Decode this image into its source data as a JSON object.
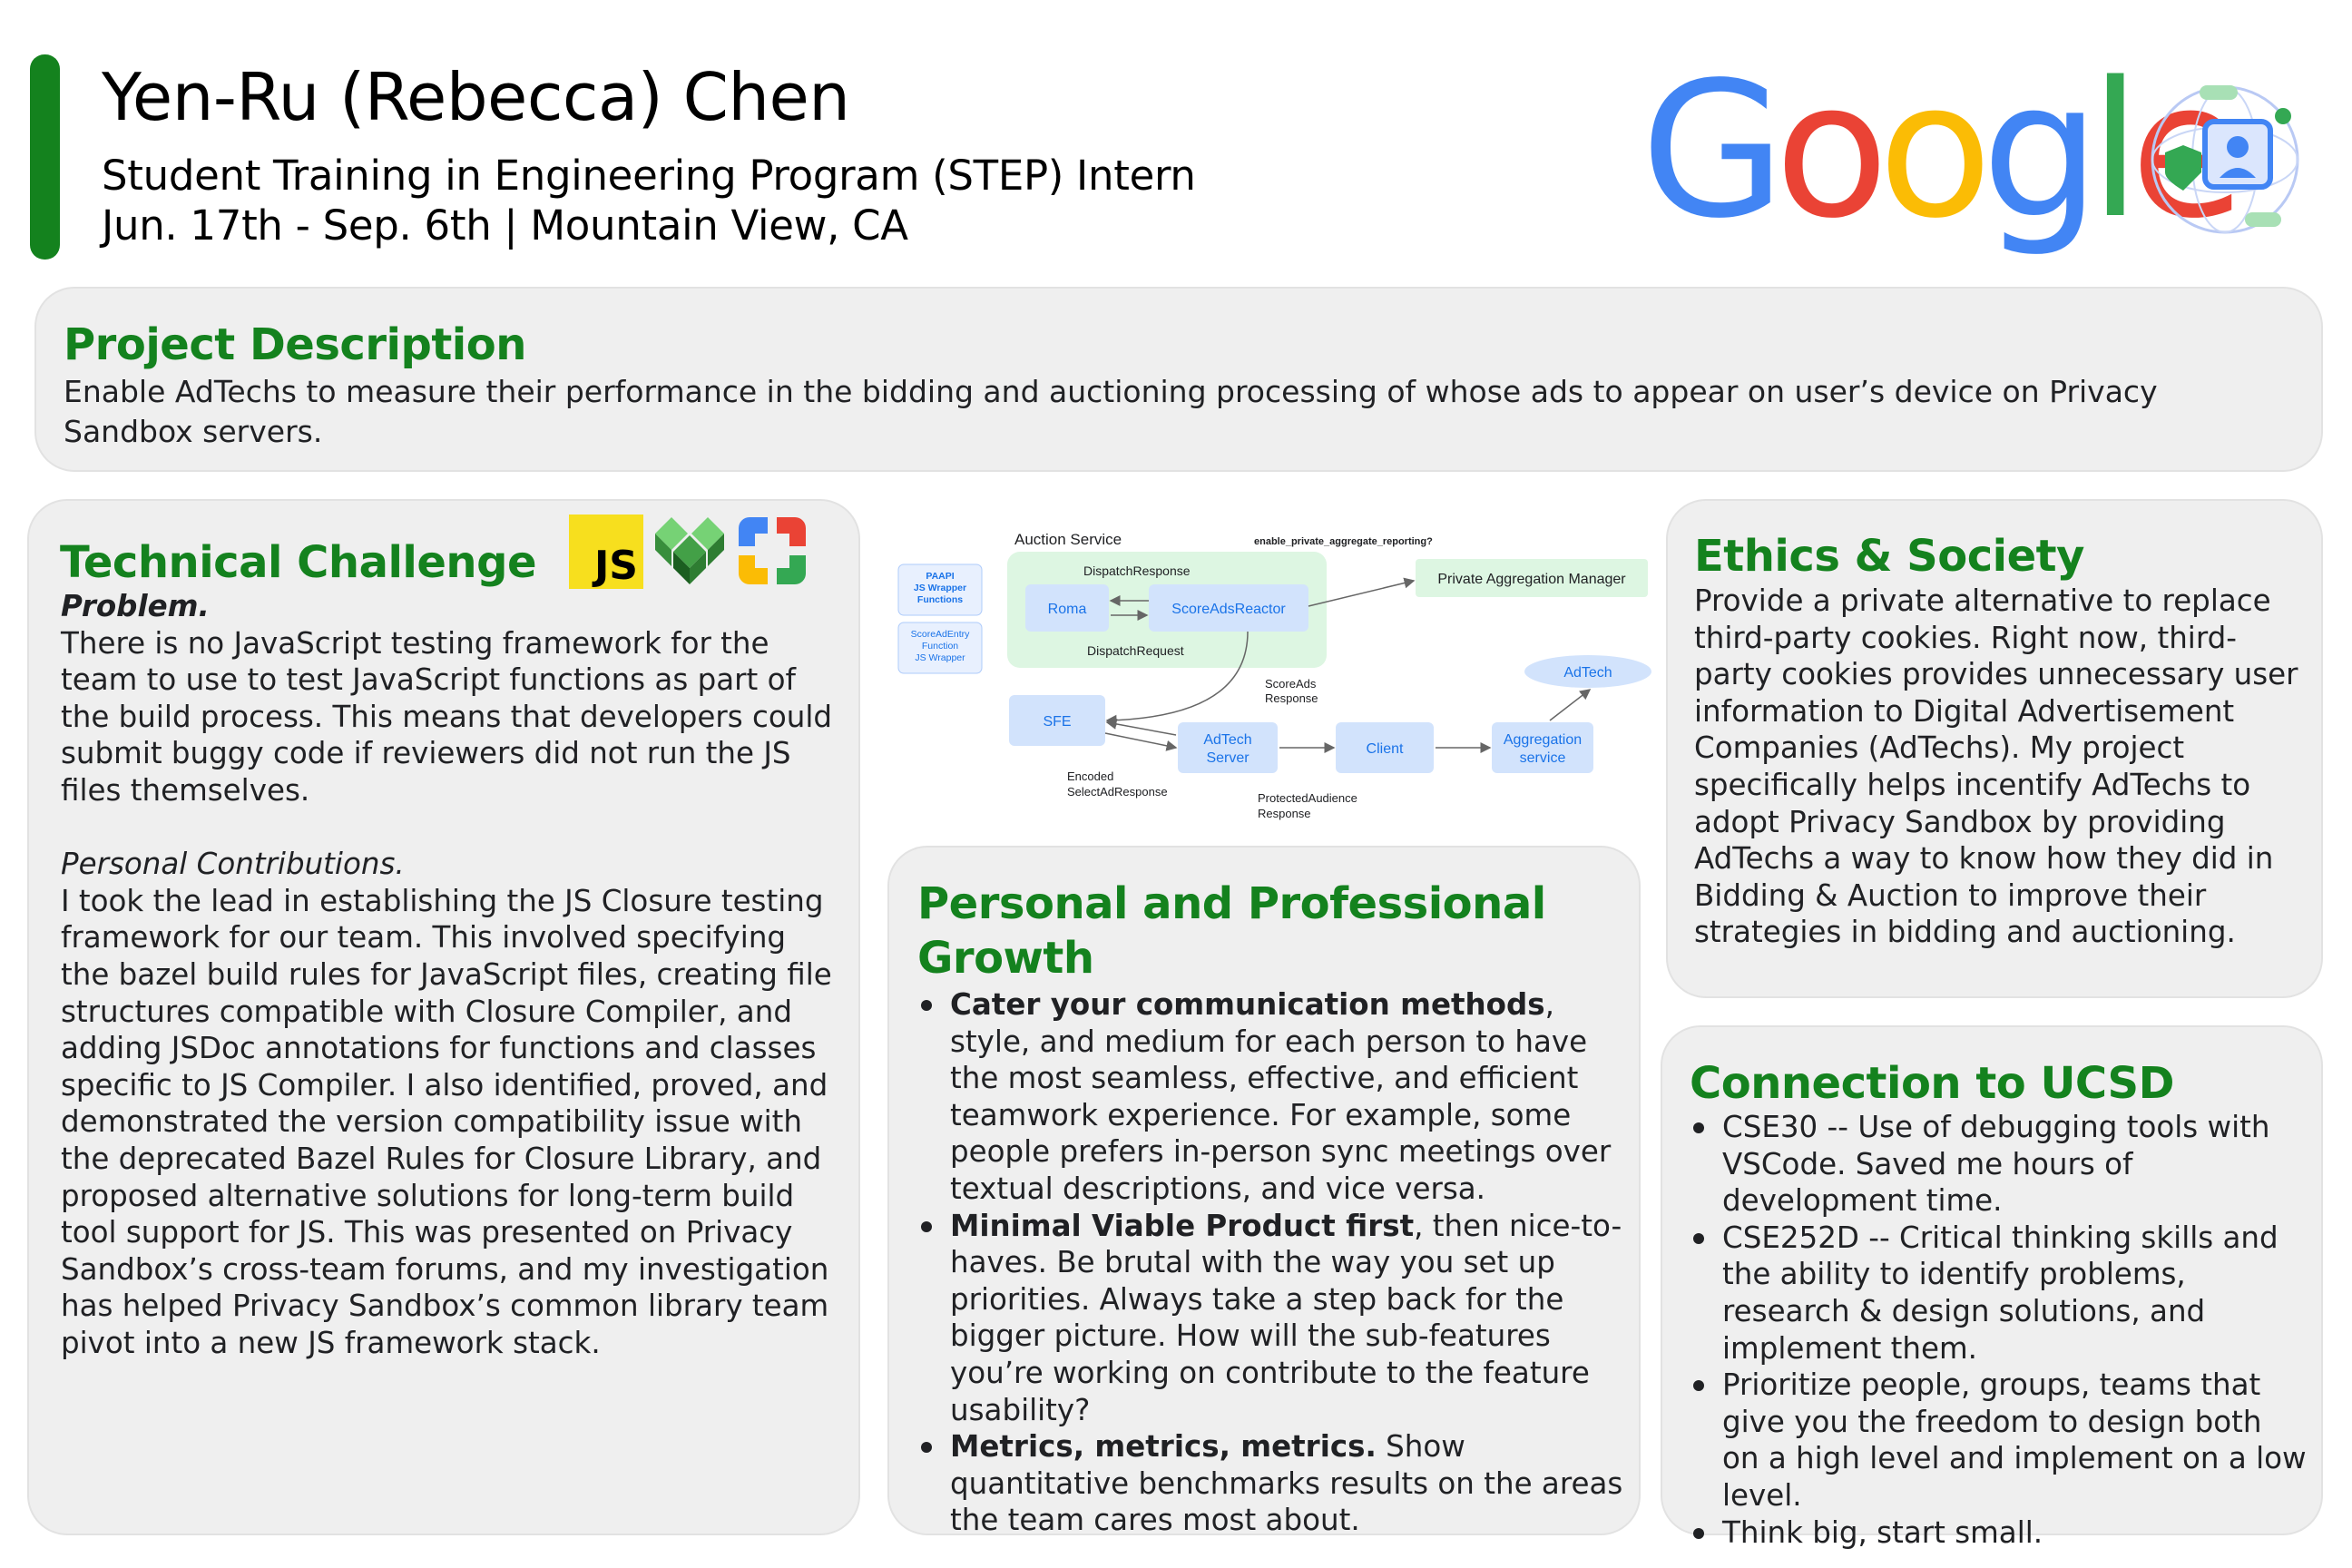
{
  "header": {
    "name": "Yen-Ru (Rebecca) Chen",
    "role": "Student Training in Engineering Program (STEP) Intern",
    "dates": "Jun. 17th - Sep. 6th | Mountain View, CA",
    "accent_color": "#14821e",
    "logo_letters": [
      "G",
      "o",
      "o",
      "g",
      "l",
      "e"
    ]
  },
  "project": {
    "title": "Project Description",
    "text": "Enable AdTechs to measure their performance in the bidding and auctioning processing of whose ads to appear on user’s device on Privacy Sandbox servers."
  },
  "technical": {
    "title": "Technical Challenge",
    "problem_label": "Problem.",
    "problem_text": "There is no JavaScript testing framework for the team to use to test JavaScript functions as part of the build process. This means that developers could submit buggy code if reviewers did not run the JS files themselves.",
    "contrib_label": "Personal Contributions.",
    "contrib_text": "I took the lead in establishing the JS Closure testing framework for our team. This involved specifying the bazel build rules for JavaScript files, creating file structures compatible with Closure Compiler, and adding JSDoc annotations for functions and classes specific to JS Compiler. I also identified, proved, and demonstrated the version compatibility issue with the deprecated Bazel Rules for Closure Library, and proposed alternative solutions for long-term build tool support for JS. This was presented on Privacy Sandbox’s cross-team forums, and my investigation has helped Privacy Sandbox’s common library team pivot into a new JS framework stack.",
    "js_badge": "JS",
    "icons": [
      "javascript-logo-icon",
      "bazel-logo-icon",
      "closure-logo-icon"
    ]
  },
  "diagram": {
    "auction_service": "Auction Service",
    "flag": "enable_private_aggregate_reporting?",
    "paapi": "PAAPI\nJS Wrapper\nFunctions",
    "scoreadentry": "ScoreAdEntry\nFunction\nJS Wrapper",
    "roma": "Roma",
    "score_ads_reactor": "ScoreAdsReactor",
    "dispatch_response": "DispatchResponse",
    "dispatch_request": "DispatchRequest",
    "private_agg_manager": "Private Aggregation Manager",
    "adtech_top": "AdTech",
    "sfe": "SFE",
    "scoreads_response_1": "ScoreAds",
    "scoreads_response_2": "Response",
    "adtech_server_1": "AdTech",
    "adtech_server_2": "Server",
    "client": "Client",
    "agg_service_1": "Aggregation",
    "agg_service_2": "service",
    "encoded_1": "Encoded",
    "encoded_2": "SelectAdResponse",
    "protected_1": "ProtectedAudience",
    "protected_2": "Response"
  },
  "growth": {
    "title_line1": "Personal and Professional",
    "title_line2": "Growth",
    "items": [
      {
        "bold": "Cater your communication methods",
        "rest": ", style, and medium for each person to have the most seamless, effective, and efficient teamwork experience. For example, some people prefers in-person sync meetings over textual descriptions, and vice versa."
      },
      {
        "bold": "Minimal Viable Product first",
        "rest": ", then nice-to-haves. Be brutal with the way you set up priorities. Always take a step back for the bigger picture. How will the sub-features you’re working on contribute to the feature usability?"
      },
      {
        "bold": "Metrics, metrics, metrics.",
        "rest": " Show quantitative benchmarks results on the areas the team cares most about."
      }
    ]
  },
  "ethics": {
    "title": "Ethics & Society",
    "text": "Provide a private alternative to replace third-party cookies. Right now, third-party cookies provides unnecessary user information to Digital Advertisement Companies (AdTechs). My project specifically helps incentify AdTechs to adopt Privacy Sandbox by providing AdTechs a way to know how they did in Bidding & Auction to improve their strategies in bidding and auctioning."
  },
  "ucsd": {
    "title": "Connection to UCSD",
    "items": [
      "CSE30 -- Use of debugging tools with VSCode. Saved me hours of development time.",
      "CSE252D -- Critical thinking skills and the ability to identify problems, research & design solutions, and implement them.",
      "Prioritize people, groups, teams that give you the freedom to design both on a high level and implement on a low level.",
      "Think big, start small."
    ]
  }
}
